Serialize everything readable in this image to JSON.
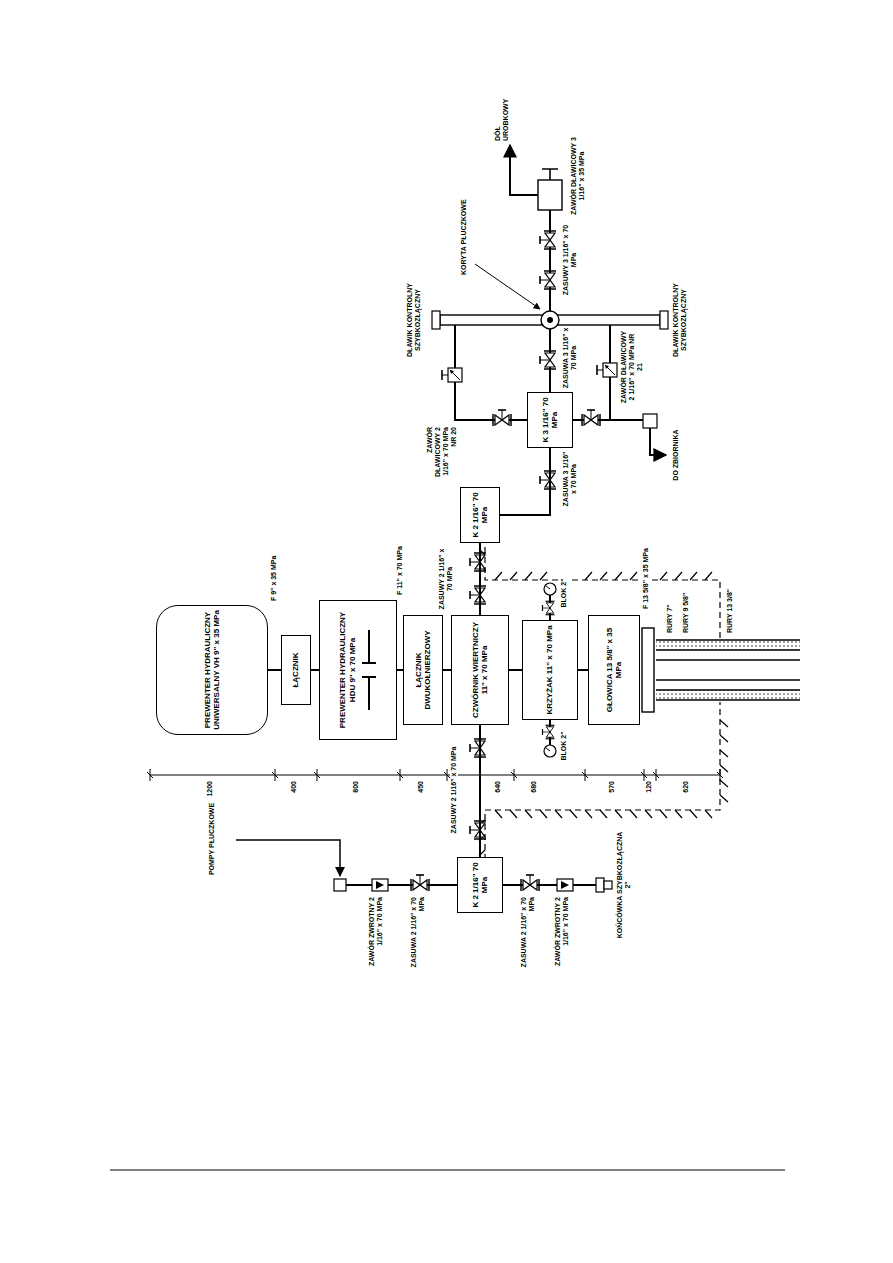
{
  "diagram": {
    "nodes": [
      {
        "text": [
          "PREWENTER HYDRAULICZNY UNIWERSALNY VH 9\" x 35 MPa"
        ]
      },
      {
        "text": [
          "ŁĄCZNIK"
        ]
      },
      {
        "text": [
          "PREWENTER HYDRAULICZNY HDU 9\" x 70 MPa"
        ]
      },
      {
        "text": [
          "ŁĄCZNIK DWUKOŁNIERZOWY"
        ]
      },
      {
        "text": [
          "CZWÓRNIK WIERTNICZY 11\" x 70 MPa"
        ]
      },
      {
        "text": [
          "KRZYŻAK 11\" x 70 MPa"
        ]
      },
      {
        "text": [
          "GŁOWICA 13 5/8\" x 35 MPa"
        ]
      },
      {
        "text": [
          "K 2 1/16\" 70 MPa"
        ]
      },
      {
        "text": [
          "K 2 1/16\" 70 MPa"
        ]
      },
      {
        "text": [
          "K 3 1/16\" 70 MPa"
        ]
      }
    ],
    "edges": [
      {
        "from": 0,
        "to": 1,
        "arrow": "none"
      },
      {
        "from": 1,
        "to": 2,
        "arrow": "none"
      },
      {
        "from": 2,
        "to": 3,
        "arrow": "none"
      },
      {
        "from": 3,
        "to": 4,
        "arrow": "none"
      },
      {
        "from": 4,
        "to": 5,
        "arrow": "none"
      },
      {
        "from": 5,
        "to": 6,
        "arrow": "none"
      },
      {
        "from": 4,
        "to": 7,
        "arrow": "none"
      },
      {
        "from": 4,
        "to": 8,
        "arrow": "none"
      },
      {
        "from": 8,
        "to": 9,
        "arrow": "none"
      }
    ],
    "labels": [
      "1200",
      "400",
      "800",
      "450",
      "640",
      "680",
      "570",
      "120",
      "620",
      "POMPY PŁUCZKOWE",
      "ZAWÓR ZWROTNY 2 1/16\" x 70 MPa",
      "ZASUWA 2 1/16\" x 70 MPa",
      "ZASUWA 2 1/16\" x 70 MPa",
      "ZAWÓR ZWROTNY 2 1/16\" x 70 MPa",
      "KOŃCÓWKA SZYBKOZŁĄCZNA 2\"",
      "ZASUWY 2 1/16\" x 70 MPa",
      "ZASUWY 2 1/16\" x 70 MPa",
      "BLOK 2\"",
      "BLOK 2\"",
      "F 9\" x 35 MPa",
      "F 11\" x 70 MPa",
      "F 13 5/8\" x 35 MPa",
      "RURY 7\"",
      "RURY 9 5/8\"",
      "RURY 13 3/8\"",
      "ZASUWA 3 1/16\" x 70 MPa",
      "ZAWÓR DŁAWICOWY 2 1/16\" x 70 MPa NR 20",
      "ZASUWA 3 1/16\" x 70 MPa",
      "ZAWÓR DŁAWICOWY 2 1/16\" x 70 MPa NR 21",
      "DO ZBIORNIKA",
      "DŁAWIK KONTROLNY SZYBKOZŁĄCZNY",
      "DŁAWIK KONTROLNY SZYBKOZŁĄCZNY",
      "KORYTA PŁUCZKOWE",
      "ZASUWY 3 1/16\" x 70 MPa",
      "ZAWÓR DŁAWICOWY 3 1/16\" x 35 MPa",
      "DÓŁ UROBKOWY"
    ]
  }
}
